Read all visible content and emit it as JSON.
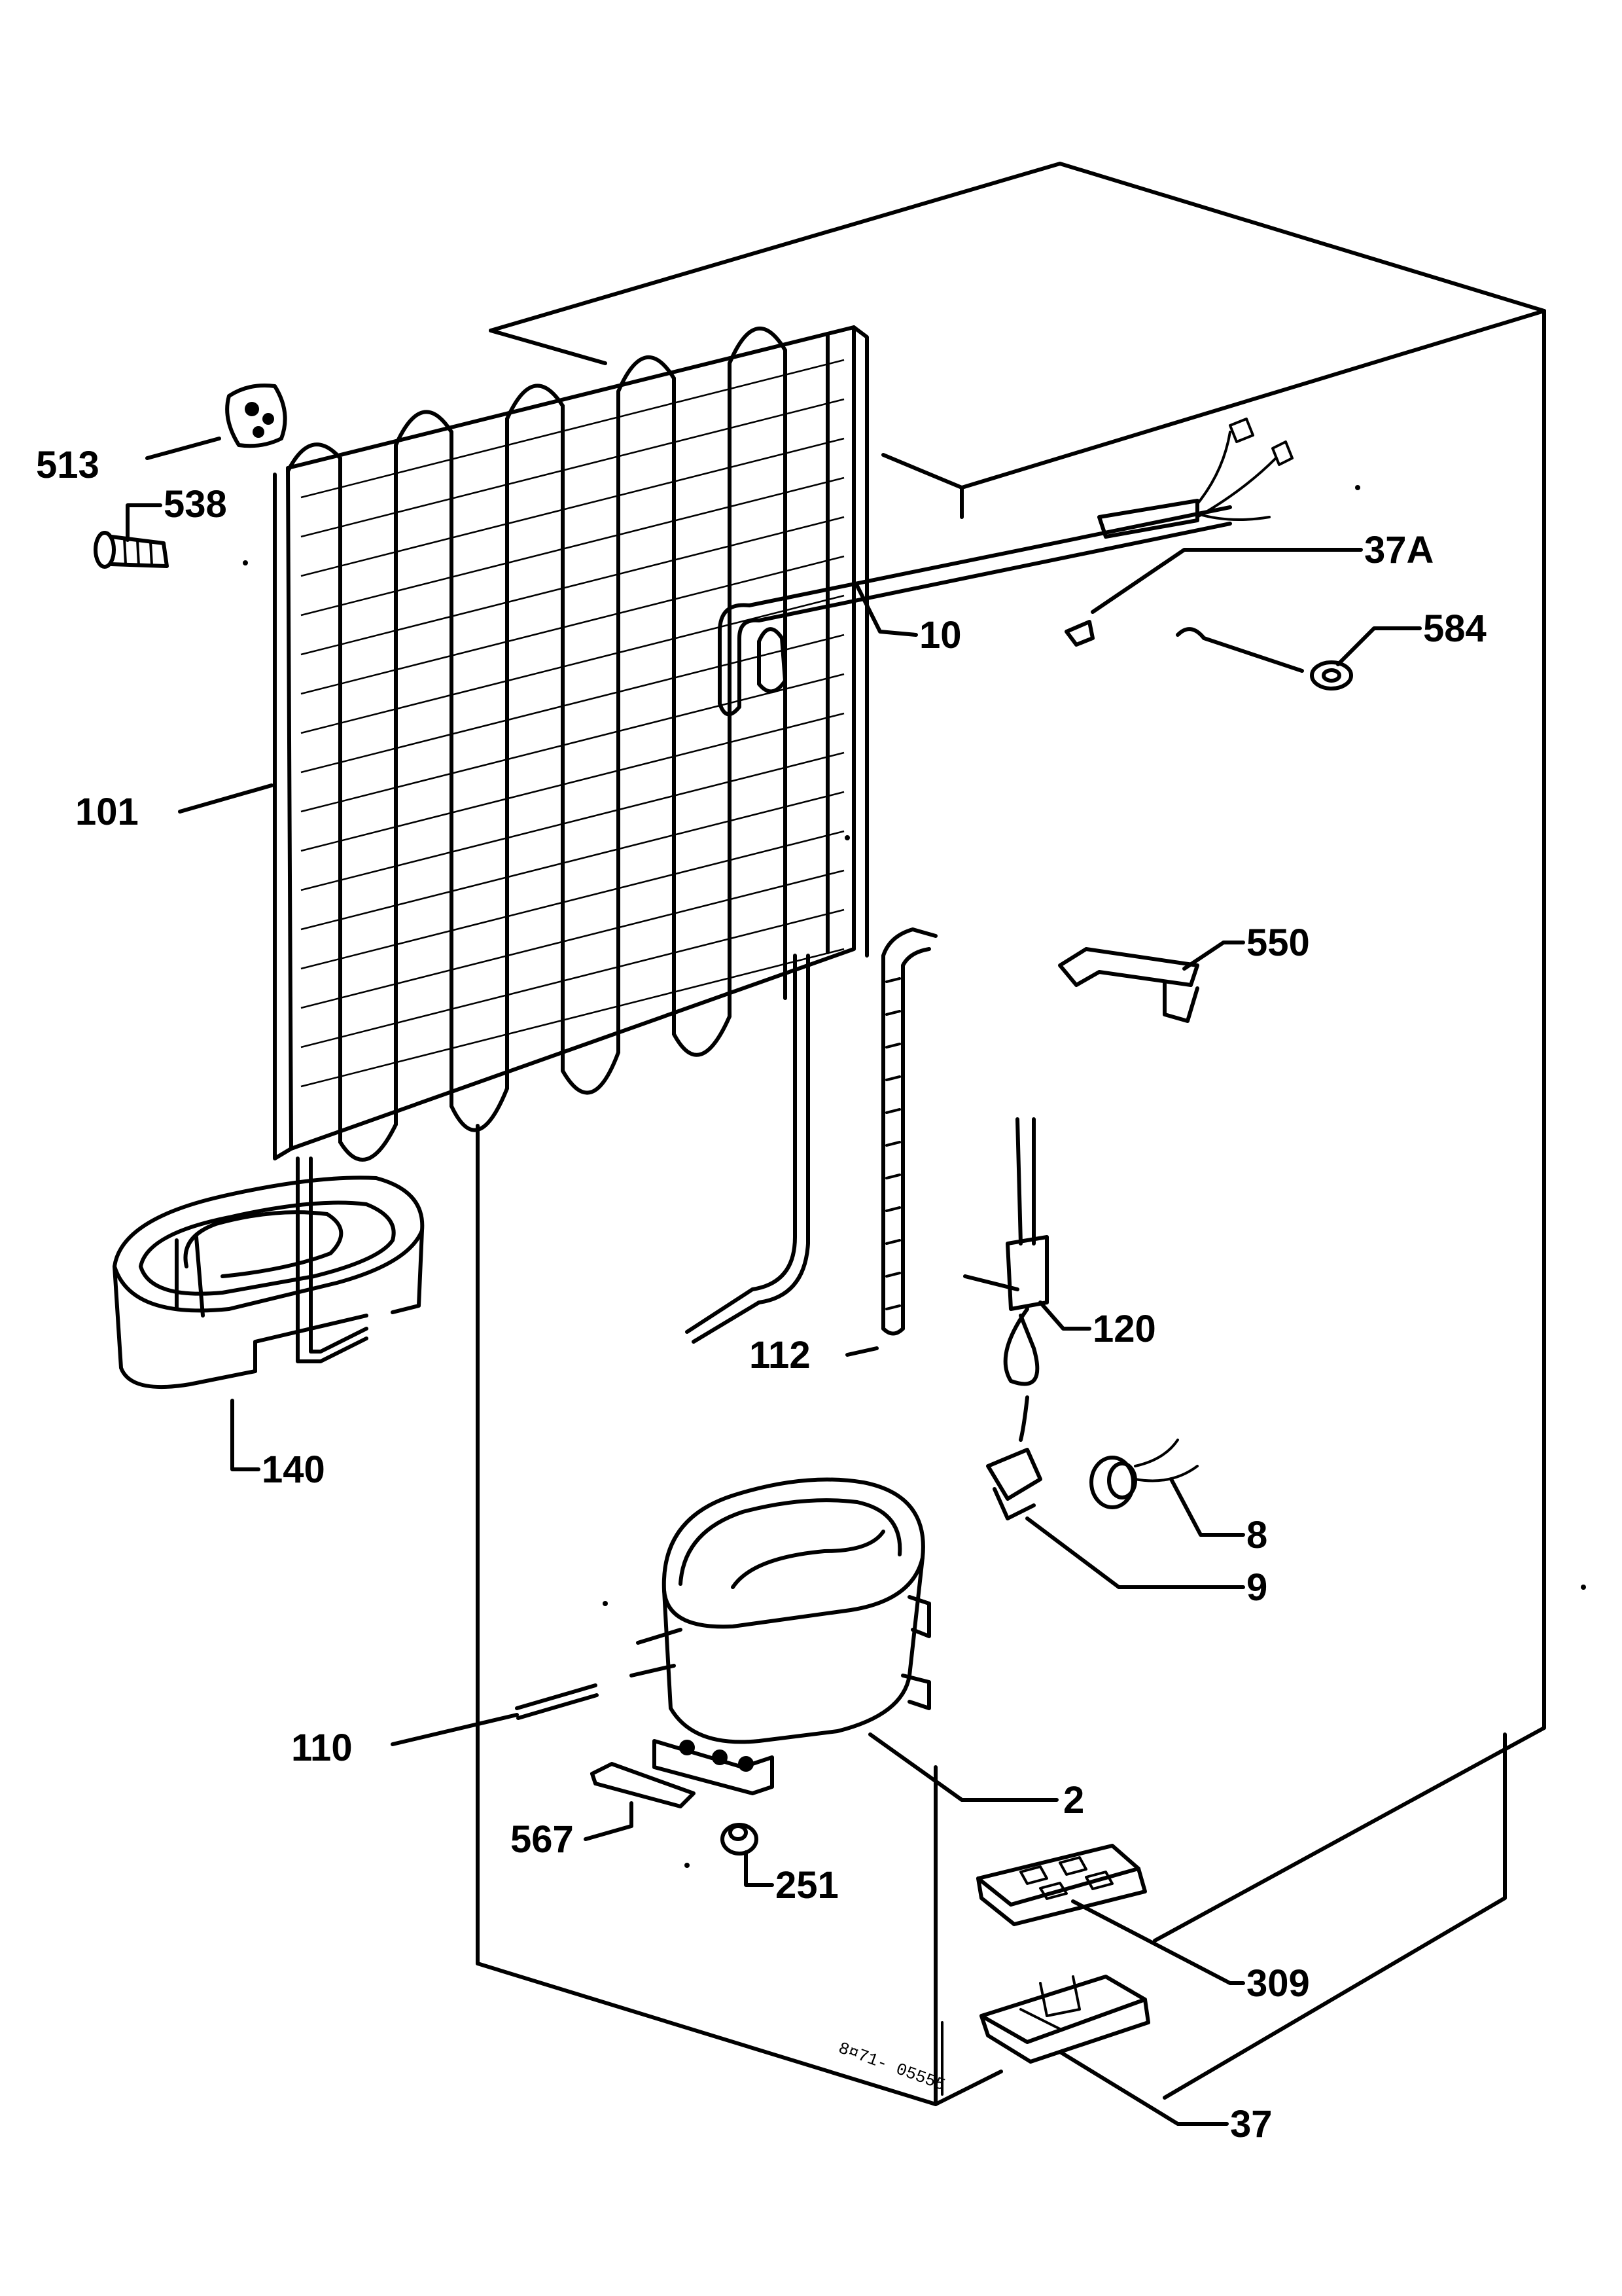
{
  "diagram": {
    "drawing_code": "8¤71- 05555",
    "parts": [
      {
        "id": "p513",
        "label": "513"
      },
      {
        "id": "p538",
        "label": "538"
      },
      {
        "id": "p101",
        "label": "101"
      },
      {
        "id": "p10",
        "label": "10"
      },
      {
        "id": "p37a",
        "label": "37A"
      },
      {
        "id": "p584",
        "label": "584"
      },
      {
        "id": "p550",
        "label": "550"
      },
      {
        "id": "p140",
        "label": "140"
      },
      {
        "id": "p112",
        "label": "112"
      },
      {
        "id": "p120",
        "label": "120"
      },
      {
        "id": "p8",
        "label": "8"
      },
      {
        "id": "p9",
        "label": "9"
      },
      {
        "id": "p110",
        "label": "110"
      },
      {
        "id": "p2",
        "label": "2"
      },
      {
        "id": "p567",
        "label": "567"
      },
      {
        "id": "p251",
        "label": "251"
      },
      {
        "id": "p309",
        "label": "309"
      },
      {
        "id": "p37",
        "label": "37"
      }
    ]
  }
}
